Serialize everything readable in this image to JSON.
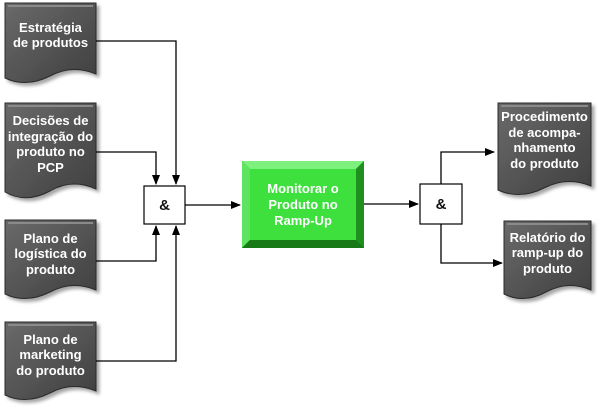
{
  "inputs": [
    {
      "label": "Estratégia\nde produtos"
    },
    {
      "label": "Decisões de\nintegração do\nproduto no\nPCP"
    },
    {
      "label": "Plano de\nlogística do\nproduto"
    },
    {
      "label": "Plano de\nmarketing\ndo produto"
    }
  ],
  "and_join_label": "&",
  "process": {
    "label": "Monitorar o\nProduto no\nRamp-Up"
  },
  "and_split_label": "&",
  "outputs": [
    {
      "label": "Procedimento\nde acompa-\nnhamento\ndo produto"
    },
    {
      "label": "Relatório do\nramp-up do\nproduto"
    }
  ],
  "colors": {
    "document_fill": "#4d4d4d",
    "document_edge": "#7a7a7a",
    "process_fill": "#3ee03e",
    "process_edge": "#1a8f1a",
    "connector": "#000000"
  }
}
